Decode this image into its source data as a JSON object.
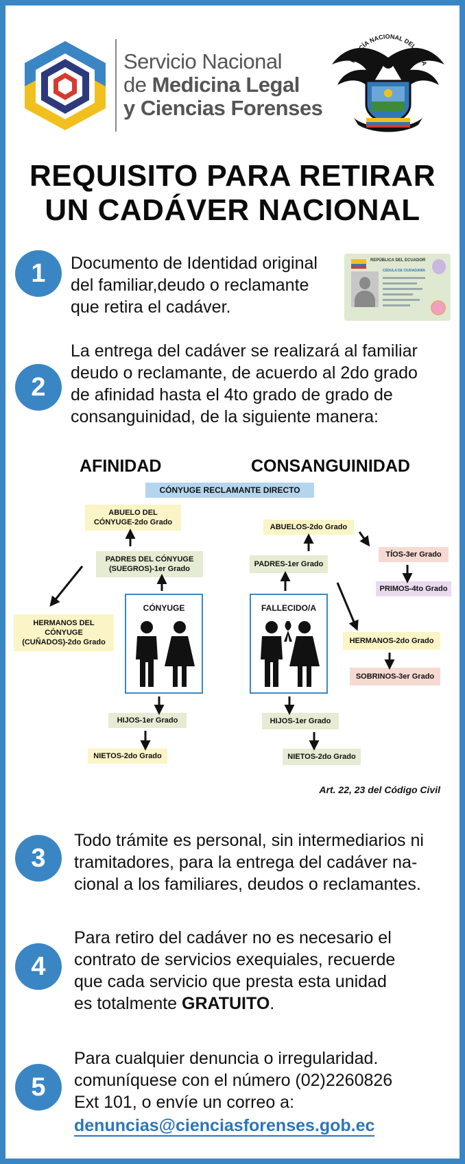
{
  "header": {
    "org_line1": "Servicio Nacional",
    "org_line2_prefix": "de ",
    "org_line2_bold": "Medicina Legal",
    "org_line3": "y Ciencias Forenses",
    "police_seal_text": "POLICÍA NACIONAL DEL ECUADOR"
  },
  "title": {
    "line1": "REQUISITO PARA RETIRAR",
    "line2": "UN CADÁVER NACIONAL"
  },
  "steps": [
    {
      "number": "1",
      "lines": [
        "Documento de Identidad original",
        "del familiar,deudo o reclamante",
        "que retira el cadáver."
      ]
    },
    {
      "number": "2",
      "lines": [
        "La entrega del cadáver se realizará al familiar",
        "deudo o reclamante, de acuerdo al 2do grado",
        "de afinidad hasta el 4to grado de grado de",
        "consanguinidad, de la siguiente manera:"
      ]
    },
    {
      "number": "3",
      "lines": [
        "Todo trámite es personal, sin intermediarios ni",
        "tramitadores, para la entrega del cadáver na-",
        "cional a los familiares, deudos o reclamantes."
      ]
    },
    {
      "number": "4",
      "lines": [
        "Para retiro del cadáver no es necesario el",
        "contrato de servicios exequiales, recuerde",
        "que cada servicio que presta esta unidad"
      ],
      "last_prefix": "es totalmente ",
      "last_bold": "GRATUITO",
      "last_suffix": "."
    },
    {
      "number": "5",
      "lines": [
        "Para cualquier denuncia o irregularidad.",
        "comuníquese con el número (02)2260826",
        "Ext 101, o envíe un correo a:"
      ],
      "email": "denuncias@cienciasforenses.gob.ec"
    }
  ],
  "id_card": {
    "country": "REPÚBLICA DEL ECUADOR",
    "doc": "CÉDULA DE CIUDADANÍA"
  },
  "diagram": {
    "afinidad_title": "AFINIDAD",
    "consanguinidad_title": "CONSANGUINIDAD",
    "top_banner": "CÓNYUGE RECLAMANTE DIRECTO",
    "afinidad": {
      "abuelo": [
        "ABUELO DEL",
        "CÓNYUGE-2do Grado"
      ],
      "padres": [
        "PADRES DEL CÓNYUGE",
        "(SUEGROS)-1er Grado"
      ],
      "hermanos": [
        "HERMANOS DEL",
        "CÓNYUGE",
        "(CUÑADOS)-2do Grado"
      ],
      "center": "CÓNYUGE",
      "hijos": "HIJOS-1er Grado",
      "nietos": "NIETOS-2do Grado"
    },
    "consanguinidad": {
      "abuelos": "ABUELOS-2do Grado",
      "tios": "TÍOS-3er Grado",
      "primos": "PRIMOS-4to Grado",
      "padres": "PADRES-1er Grado",
      "center": "FALLECIDO/A",
      "hermanos": "HERMANOS-2do Grado",
      "sobrinos": "SOBRINOS-3er Grado",
      "hijos": "HIJOS-1er Grado",
      "nietos": "NIETOS-2do Grado"
    },
    "citation": "Art. 22, 23 del Código Civil"
  },
  "colors": {
    "accent": "#3a86c5",
    "yellow_box": "#fbf4c6",
    "green_box": "#e6ecd3",
    "pink_box": "#f6dad2",
    "lilac_box": "#eadaf0",
    "banner": "#b5d5ee"
  }
}
